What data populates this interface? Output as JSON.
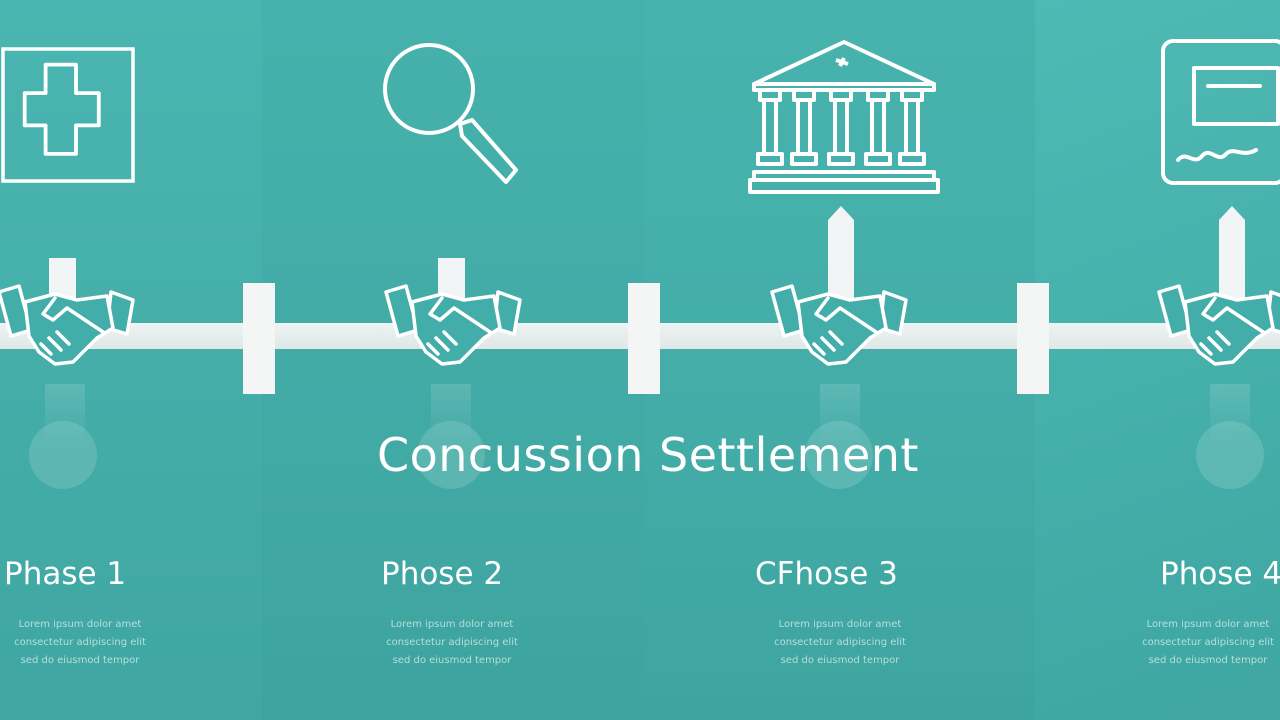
{
  "title": "Concussion Settlement",
  "phases": [
    {
      "label": "Phase 1",
      "icon": "medical-cross-icon",
      "desc": [
        "Lorem ipsum dolor amet",
        "consectetur adipiscing elit",
        "sed do eiusmod tempor"
      ]
    },
    {
      "label": "Phose 2",
      "icon": "magnifying-glass-icon",
      "desc": [
        "Lorem ipsum dolor amet",
        "consectetur adipiscing elit",
        "sed do eiusmod tempor"
      ]
    },
    {
      "label": "CFhose 3",
      "icon": "courthouse-icon",
      "desc": [
        "Lorem ipsum dolor amet",
        "consectetur adipiscing elit",
        "sed do eiusmod tempor"
      ]
    },
    {
      "label": "Phose 4",
      "icon": "document-signature-icon",
      "desc": [
        "Lorem ipsum dolor amet",
        "consectetur adipiscing elit",
        "sed do eiusmod tempor"
      ]
    }
  ],
  "colors": {
    "background": "#43aea9",
    "line": "#ffffff"
  }
}
